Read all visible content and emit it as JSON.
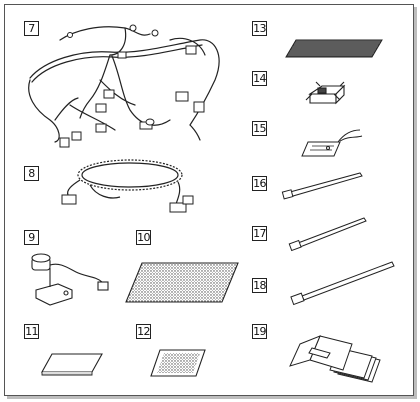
{
  "parts": [
    {
      "id": "7",
      "name": "main-wire-harness"
    },
    {
      "id": "8",
      "name": "antenna-wire-harness"
    },
    {
      "id": "9",
      "name": "sensor-with-bracket"
    },
    {
      "id": "10",
      "name": "dotted-sheet-large"
    },
    {
      "id": "11",
      "name": "plain-pad"
    },
    {
      "id": "12",
      "name": "dotted-sheet-small"
    },
    {
      "id": "13",
      "name": "felt-strip"
    },
    {
      "id": "14",
      "name": "clip-block"
    },
    {
      "id": "15",
      "name": "tagged-tie"
    },
    {
      "id": "16",
      "name": "cable-tie-short"
    },
    {
      "id": "17",
      "name": "cable-tie-medium"
    },
    {
      "id": "18",
      "name": "cable-tie-long"
    },
    {
      "id": "19",
      "name": "instruction-booklets"
    }
  ],
  "colors": {
    "line": "#222222",
    "fill": "#ffffff",
    "texture": "#555555"
  }
}
